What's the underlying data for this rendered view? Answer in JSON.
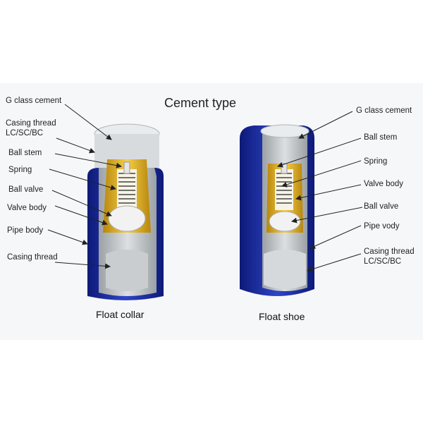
{
  "title": "Cement type",
  "float_collar": {
    "caption": "Float collar",
    "labels": [
      "G class cement",
      "Casing thread\nLC/SC/BC",
      "Ball stem",
      "Spring",
      "Ball valve",
      "Valve body",
      "Pipe body",
      "Casing thread"
    ]
  },
  "float_shoe": {
    "caption": "Float shoe",
    "labels": [
      "G class cement",
      "Ball stem",
      "Spring",
      "Valve body",
      "Ball valve",
      "Pipe vody",
      "Casing thread\nLC/SC/BC"
    ]
  },
  "colors": {
    "pipe_blue": "#1e2d9a",
    "valve_yellow": "#e8b82a",
    "cement_gray": "#bfc3c6",
    "background": "#f6f7f8"
  }
}
